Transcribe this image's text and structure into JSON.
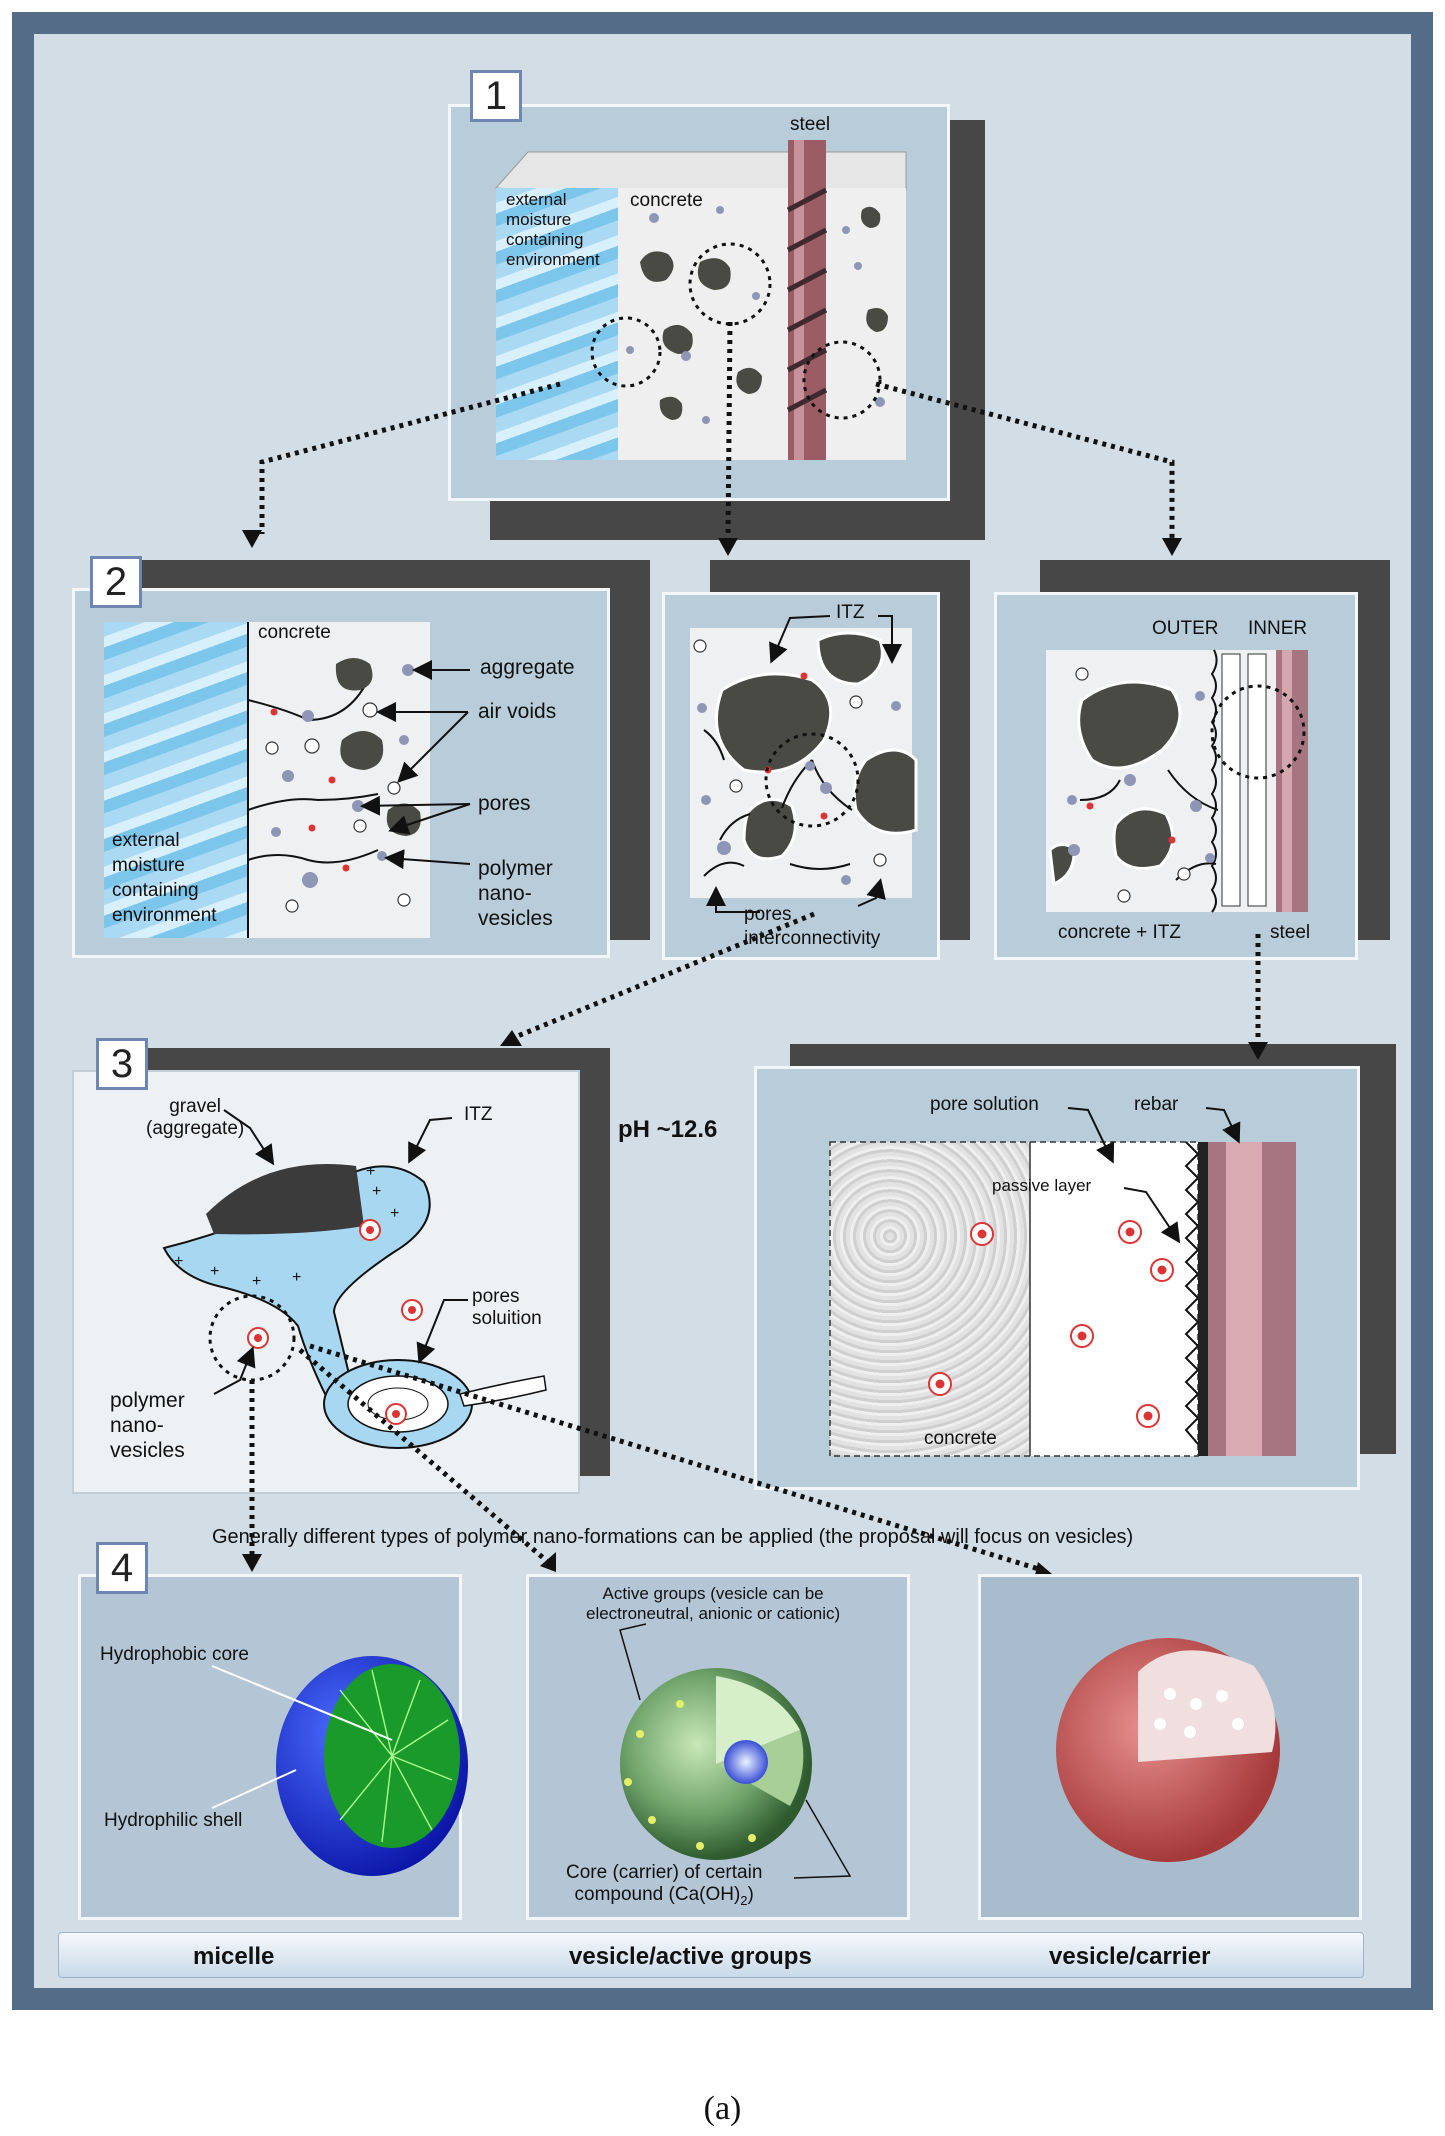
{
  "panel1": {
    "number": "1",
    "moisture": [
      "external",
      "moisture",
      "containing",
      "environment"
    ],
    "concrete": "concrete",
    "steel": "steel"
  },
  "panel2": {
    "number": "2",
    "concrete": "concrete",
    "aggregate": "aggregate",
    "air_voids": "air voids",
    "pores": "pores",
    "polymer": [
      "polymer",
      "nano-",
      "vesicles"
    ],
    "moisture": [
      "external",
      "moisture",
      "containing",
      "environment"
    ]
  },
  "panel2b": {
    "itz": "ITZ",
    "pores": "pores",
    "interconnectivity": "interconnectivity"
  },
  "panel2c": {
    "outer": "OUTER",
    "inner": "INNER",
    "concrete_itz": "concrete + ITZ",
    "steel": "steel"
  },
  "panel3": {
    "number": "3",
    "gravel": [
      "gravel",
      "(aggregate)"
    ],
    "itz": "ITZ",
    "pores_solution": [
      "pores",
      "soluition"
    ],
    "polymer": [
      "polymer",
      "nano-",
      "vesicles"
    ],
    "ph": "pH ~12.6"
  },
  "panel3b": {
    "pore_solution": "pore solution",
    "rebar": "rebar",
    "passive_layer": "passive layer",
    "concrete": "concrete"
  },
  "note": "Generally different types of polymer nano-formations can be applied (the proposal will focus on vesicles)",
  "panel4": {
    "number": "4",
    "hydrophobic_core": "Hydrophobic core",
    "hydrophilic_shell": "Hydrophilic shell",
    "active_groups": [
      "Active groups (vesicle can be",
      "electroneutral, anionic or cationic)"
    ],
    "core": [
      "Core (carrier) of certain",
      "compound (Ca(OH)",
      "2",
      ")"
    ]
  },
  "bottom_labels": [
    "micelle",
    "vesicle/active groups",
    "vesicle/carrier"
  ],
  "caption": "(a)"
}
